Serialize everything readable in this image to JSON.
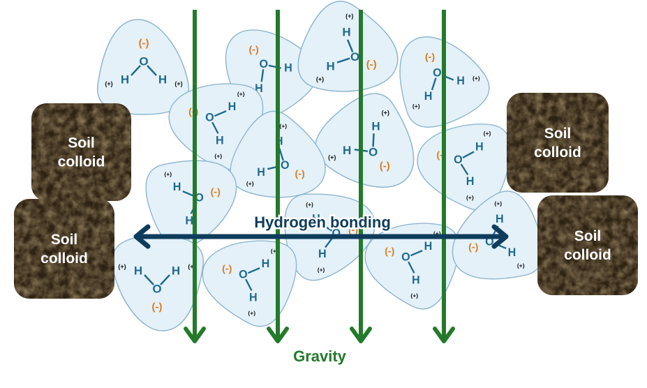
{
  "labels": {
    "soil_colloid": "Soil colloid",
    "soil_line1": "Soil",
    "soil_line2": "colloid",
    "hydrogen_bonding": "Hydrogen bonding",
    "gravity": "Gravity"
  },
  "molecule_symbols": {
    "oxygen": "O",
    "hydrogen": "H",
    "negative_charge": "(-)",
    "positive_charge": "(+)"
  },
  "colors": {
    "molecule_fill": "#e4f1f9",
    "molecule_stroke": "#8fb6cf",
    "atom_text": "#1f6a8e",
    "negative_charge": "#e07b1a",
    "positive_charge": "#111111",
    "gravity_arrow": "#237a2a",
    "bonding_arrow": "#0e3c5c",
    "soil_dark": "#2e2212",
    "soil_mid": "#4a3820",
    "soil_light": "#6b5536",
    "soil_text": "#ffffff"
  }
}
